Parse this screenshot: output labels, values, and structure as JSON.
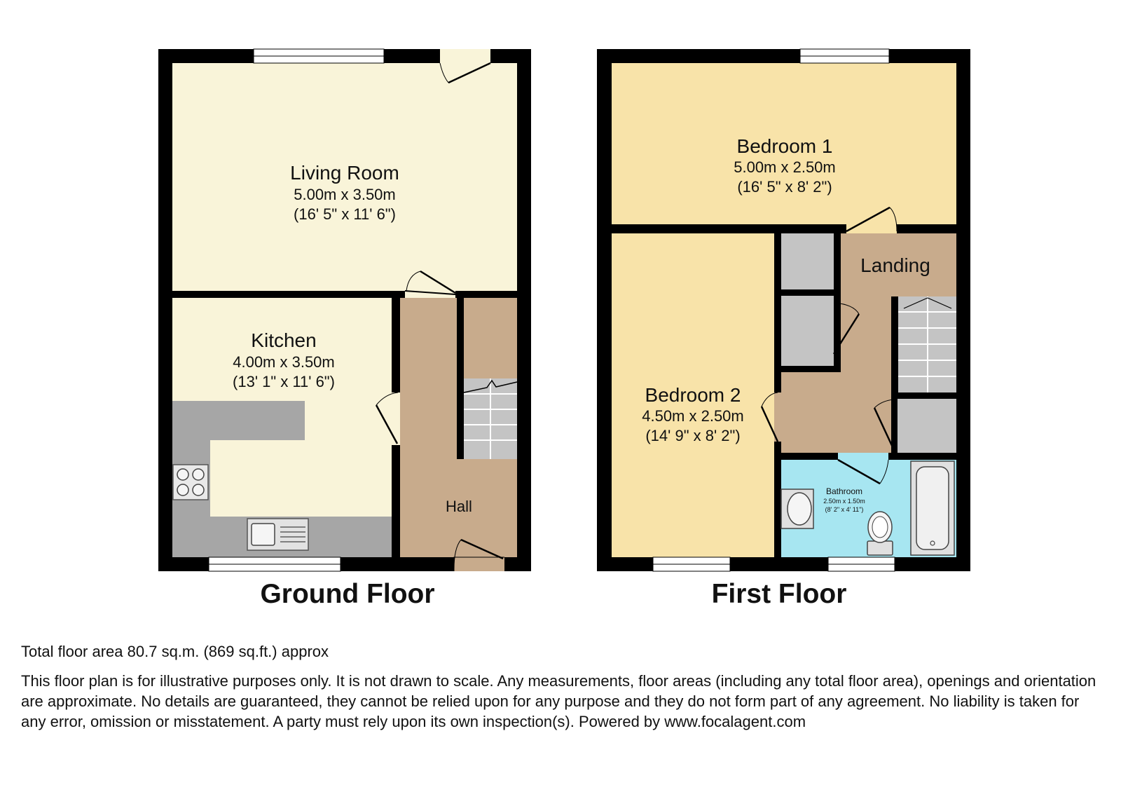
{
  "floors": [
    {
      "title": "Ground Floor",
      "rooms": [
        {
          "name": "Living Room",
          "size_m": "5.00m x 3.50m",
          "size_ft": "(16' 5\" x 11' 6\")"
        },
        {
          "name": "Kitchen",
          "size_m": "4.00m x 3.50m",
          "size_ft": "(13' 1\" x 11' 6\")"
        },
        {
          "name": "Hall"
        }
      ]
    },
    {
      "title": "First Floor",
      "rooms": [
        {
          "name": "Bedroom 1",
          "size_m": "5.00m x 2.50m",
          "size_ft": "(16' 5\" x 8' 2\")"
        },
        {
          "name": "Bedroom 2",
          "size_m": "4.50m x 2.50m",
          "size_ft": "(14' 9\" x 8' 2\")"
        },
        {
          "name": "Landing"
        },
        {
          "name": "Bathroom",
          "size_m": "2.50m x 1.50m",
          "size_ft": "(8' 2\" x 4' 11\")"
        }
      ]
    }
  ],
  "colors": {
    "wall": "#000000",
    "living_room": "#f9f4d9",
    "kitchen": "#f9f4d9",
    "hall": "#c8ab8c",
    "bedroom": "#f8e3a9",
    "landing": "#c8ab8c",
    "bathroom": "#a7e6f1",
    "cupboard": "#c4c4c4",
    "worktop": "#a6a6a6"
  },
  "footer": {
    "total_area": "Total floor area 80.7 sq.m. (869 sq.ft.) approx",
    "disclaimer": "This floor plan is for illustrative purposes only. It is not drawn to scale. Any measurements, floor areas (including any total floor area), openings and orientation are approximate. No details are guaranteed, they cannot be relied upon for any purpose and they do not form part of any agreement. No liability is taken for any error, omission or misstatement. A party must rely upon its own inspection(s). Powered by www.focalagent.com"
  }
}
